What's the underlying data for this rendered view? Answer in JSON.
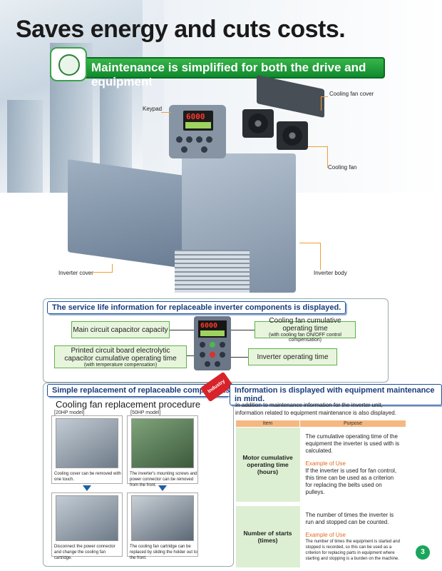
{
  "title": "Saves energy and cuts costs.",
  "banner": "Maintenance is simplified for both the drive and equipment",
  "diagram": {
    "keypad": "Keypad",
    "cooling_fan_cover": "Cooling fan cover",
    "cooling_fan": "Cooling fan",
    "inverter_cover": "Inverter cover",
    "inverter_body": "Inverter body",
    "keypad_display": "6000"
  },
  "service": {
    "heading": "The service life information for replaceable inverter components is displayed.",
    "main_capacitor": "Main circuit capacitor capacity",
    "pcb_line1": "Printed circuit board electrolytic",
    "pcb_line2": "capacitor cumulative operating time",
    "pcb_sub": "(with temperature compensation)",
    "fan_time": "Cooling fan cumulative operating time",
    "fan_time_sub": "(with cooling fan ON/OFF control compensation)",
    "inverter_time": "Inverter operating time",
    "keypad_display": "6000"
  },
  "replacement": {
    "heading": "Simple replacement of replaceable components",
    "procedure": "Cooling fan replacement procedure",
    "mode_a": "[20HP model]",
    "mode_b": "[50HP model]",
    "cap1": "Cooling cover can be removed with one touch.",
    "cap2": "The inverter's mounting screws and power connector can be removed from the front.",
    "cap3": "Disconnect the power connector and change the cooling fan cartridge.",
    "cap4": "The cooling fan cartridge can be replaced by sliding the holder out to the front."
  },
  "info": {
    "badge": "Industry first",
    "heading": "Information is displayed with equipment maintenance in mind.",
    "intro": "In addition to maintenance information for the inverter unit, information related to equipment maintenance is also displayed.",
    "col_item": "Item",
    "col_purpose": "Purpose",
    "rows": [
      {
        "item": "Motor cumulative operating time (hours)",
        "purpose": "The cumulative operating time of the equipment the inverter is used with is calculated.",
        "example_label": "Example of Use",
        "example": "If the inverter is used for fan control, this time can be used as a criterion for replacing the belts used on pulleys."
      },
      {
        "item": "Number of starts (times)",
        "purpose": "The number of times the inverter is run and stopped can be counted.",
        "example_label": "Example of Use",
        "example": "The number of times the equipment is started and stopped is recorded, so this can be used as a criterion for replacing parts in equipment where starting and stopping is a burden on the machine."
      }
    ]
  },
  "page_number": "3"
}
